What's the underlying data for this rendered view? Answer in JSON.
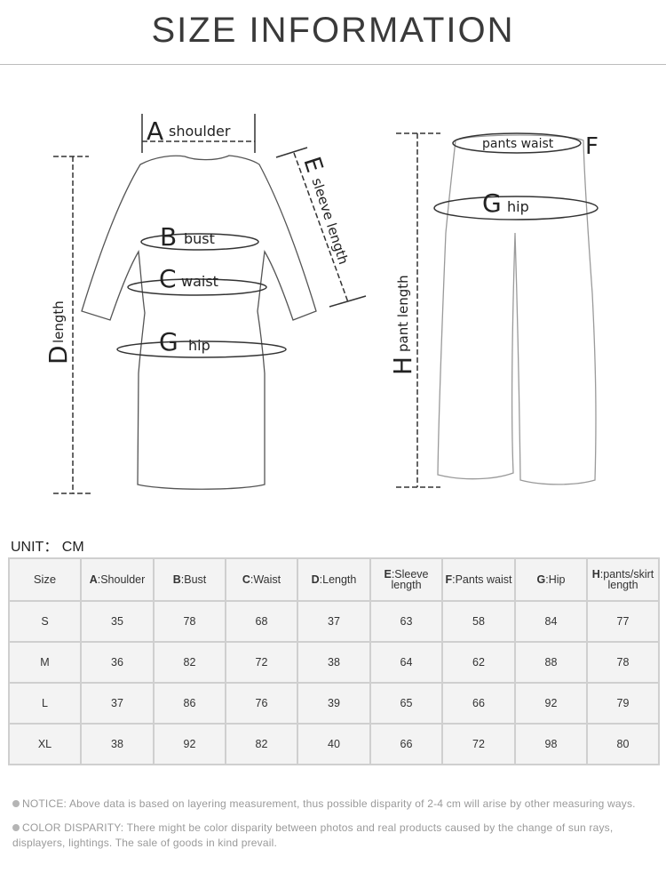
{
  "header": {
    "title": "SIZE INFORMATION"
  },
  "diagram": {
    "dress": {
      "a_letter": "A",
      "a_label": "shoulder",
      "b_letter": "B",
      "b_label": "bust",
      "c_letter": "C",
      "c_label": "waist",
      "g_letter": "G",
      "g_label": "hip",
      "d_letter": "D",
      "d_label": "length",
      "e_letter": "E",
      "e_label": "sleeve length"
    },
    "pants": {
      "f_letter": "F",
      "f_label": "pants waist",
      "g_letter": "G",
      "g_label": "hip",
      "h_letter": "H",
      "h_label": "pant length"
    }
  },
  "unit": "UNIT： CM",
  "table": {
    "headers": [
      {
        "key": "",
        "label": "Size"
      },
      {
        "key": "A",
        "label": ":Shoulder"
      },
      {
        "key": "B",
        "label": ":Bust"
      },
      {
        "key": "C",
        "label": ":Waist"
      },
      {
        "key": "D",
        "label": ":Length"
      },
      {
        "key": "E",
        "label": ":Sleeve length"
      },
      {
        "key": "F",
        "label": ":Pants waist"
      },
      {
        "key": "G",
        "label": ":Hip"
      },
      {
        "key": "H",
        "label": ":pants/skirt length"
      }
    ],
    "rows": [
      [
        "S",
        "35",
        "78",
        "68",
        "37",
        "63",
        "58",
        "84",
        "77"
      ],
      [
        "M",
        "36",
        "82",
        "72",
        "38",
        "64",
        "62",
        "88",
        "78"
      ],
      [
        "L",
        "37",
        "86",
        "76",
        "39",
        "65",
        "66",
        "92",
        "79"
      ],
      [
        "XL",
        "38",
        "92",
        "82",
        "40",
        "66",
        "72",
        "98",
        "80"
      ]
    ]
  },
  "notices": [
    {
      "label": "NOTICE:",
      "text": "Above data is based on layering measurement, thus possible disparity of 2-4 cm will arise by other measuring ways."
    },
    {
      "label": "COLOR DISPARITY:",
      "text": "There might be color disparity between photos and real products caused by the change of sun rays, displayers, lightings. The sale of goods in kind prevail."
    }
  ],
  "colors": {
    "line": "#333333",
    "outline": "#555555",
    "table_bg": "#f3f3f3",
    "table_border": "#cfcfcf",
    "notice_text": "#9a9a9a"
  }
}
